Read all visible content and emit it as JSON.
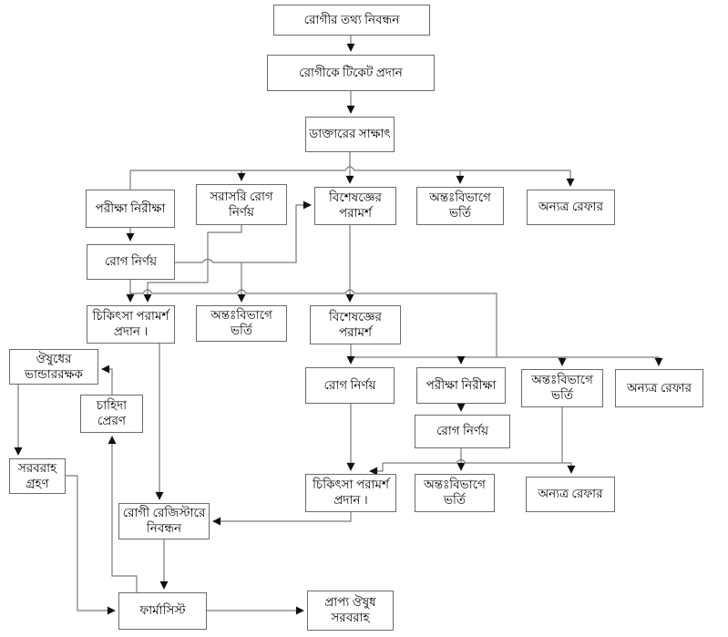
{
  "diagram": {
    "description": "Patient flow chart (Bengali) for hospital outdoor/indoor services",
    "colors": {
      "background": "#ffffff",
      "box_border": "#6b6b6b",
      "connector": "#7a7a7a",
      "arrowhead": "#111111",
      "text": "#000000"
    },
    "nodes": [
      {
        "id": "patient-info-registration",
        "label": "রোগীর তথ্য নিবন্ধন"
      },
      {
        "id": "patient-ticket-issue",
        "label": "রোগীকে টিকেট প্রদান"
      },
      {
        "id": "doctor-visit",
        "label": "ডাক্তারের সাক্ষাৎ"
      },
      {
        "id": "tests-investigations-1",
        "label": "পরীক্ষা নিরীক্ষা"
      },
      {
        "id": "direct-diagnosis",
        "label": "সরাসরি রোগ নির্ণয়"
      },
      {
        "id": "specialist-consult-1",
        "label": "বিশেষজ্ঞের পরামর্শ"
      },
      {
        "id": "inpatient-admission-1",
        "label": "অন্তঃবিভাগে ভর্তি"
      },
      {
        "id": "refer-elsewhere-1",
        "label": "অন্যত্র রেফার"
      },
      {
        "id": "diagnosis-1",
        "label": "রোগ নির্ণয়"
      },
      {
        "id": "treatment-advice-1",
        "label": "চিকিৎসা পরামর্শ প্রদান ।"
      },
      {
        "id": "inpatient-admission-2",
        "label": "অন্তঃবিভাগে ভর্তি"
      },
      {
        "id": "specialist-consult-2",
        "label": "বিশেষজ্ঞের পরামর্শ"
      },
      {
        "id": "medicine-storekeeper",
        "label": "ঔষুধের ভান্ডাররক্ষক"
      },
      {
        "id": "requisition-send",
        "label": "চাহিদা প্রেরণ"
      },
      {
        "id": "diagnosis-2",
        "label": "রোগ নির্ণয়"
      },
      {
        "id": "tests-investigations-2",
        "label": "পরীক্ষা নিরীক্ষা"
      },
      {
        "id": "inpatient-admission-3",
        "label": "অন্তঃবিভাগে ভর্তি"
      },
      {
        "id": "refer-elsewhere-2",
        "label": "অন্যত্র রেফার"
      },
      {
        "id": "diagnosis-3",
        "label": "রোগ নির্ণয়"
      },
      {
        "id": "supply-receive",
        "label": "সরবরাহ গ্রহণ"
      },
      {
        "id": "treatment-advice-2",
        "label": "চিকিৎসা পরামর্শ প্রদান ।"
      },
      {
        "id": "inpatient-admission-4",
        "label": "অন্তঃবিভাগে ভর্তি"
      },
      {
        "id": "refer-elsewhere-3",
        "label": "অন্যত্র রেফার"
      },
      {
        "id": "patient-register-entry",
        "label": "রোগী রেজিস্টারে নিবন্ধন"
      },
      {
        "id": "pharmacist",
        "label": "ফার্মাসিস্ট"
      },
      {
        "id": "medicine-supply",
        "label": "প্রাপ্য ঔষুধ সরবরাহ"
      }
    ]
  }
}
